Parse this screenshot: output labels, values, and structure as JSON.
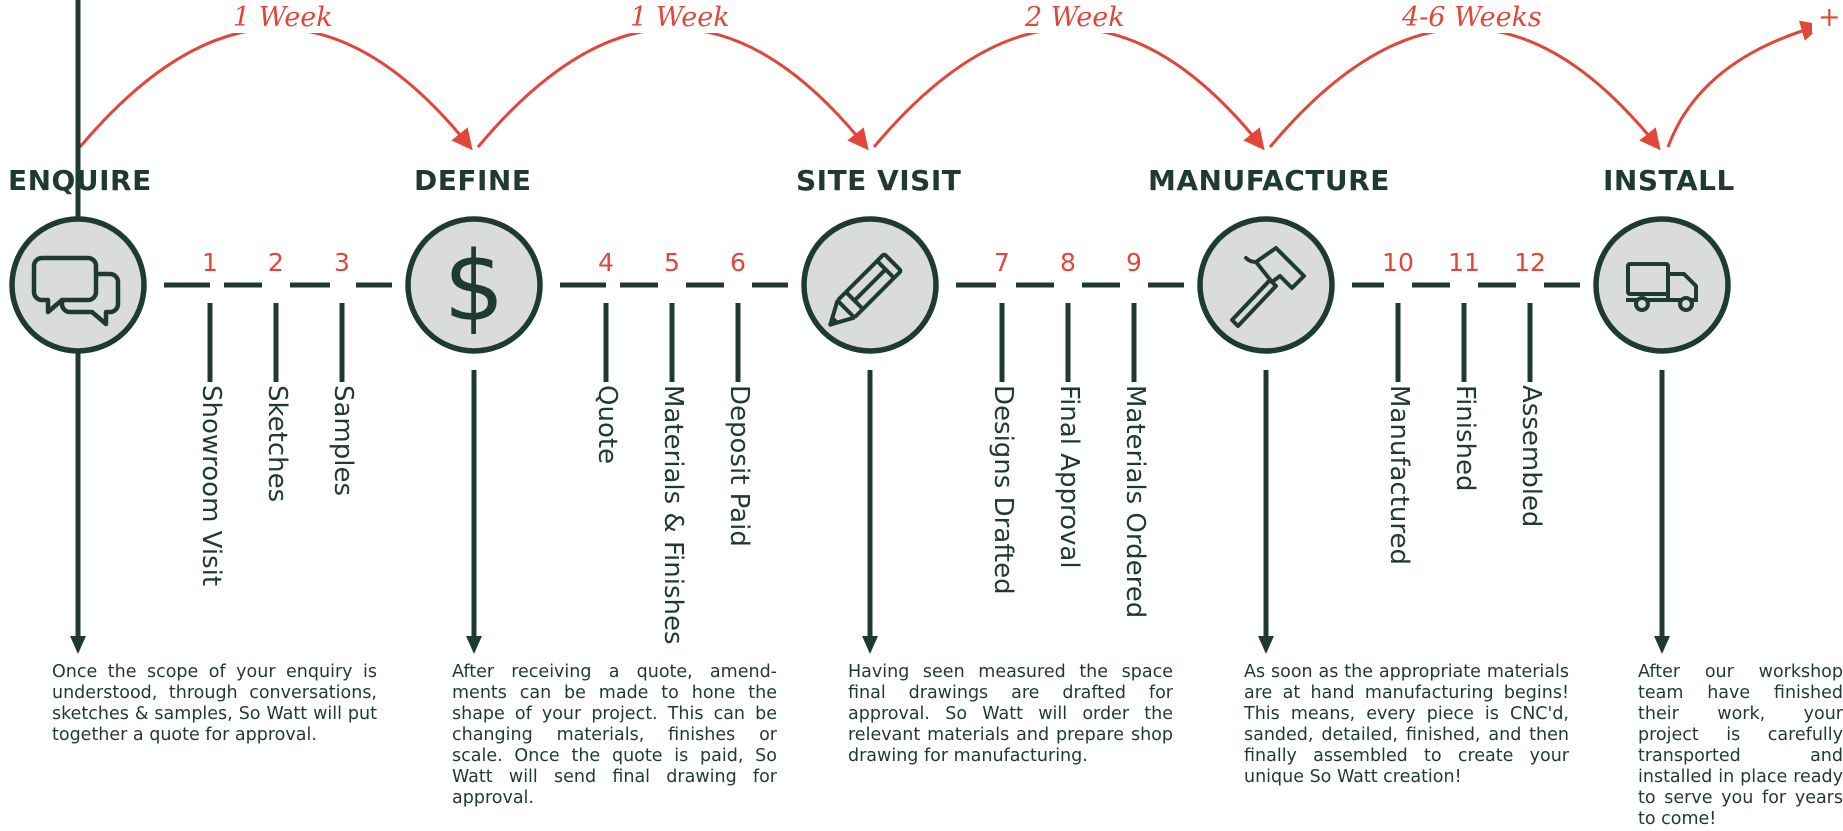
{
  "durations": [
    "1 Week",
    "1 Week",
    "2 Week",
    "4-6 Weeks",
    "+"
  ],
  "stages": [
    {
      "title": "ENQUIRE",
      "icon": "chat-bubbles-icon",
      "description": "Once the scope of your enquiry is understood, through conversations, sketches & samples, So Watt will put together a quote for approval."
    },
    {
      "title": "DEFINE",
      "icon": "dollar-icon",
      "description": "After receiving a quote, amend-ments can be made to hone the shape of your project. This can be changing materials, finishes or scale. Once the quote is paid, So Watt will send final drawing for approval."
    },
    {
      "title": "SITE VISIT",
      "icon": "pencil-icon",
      "description": "Having seen measured the space final drawings are drafted for approval. So Watt will order the relevant materials and prepare shop drawing for manufacturing."
    },
    {
      "title": "MANUFACTURE",
      "icon": "hammer-icon",
      "description": "As soon as the appropriate materials are at hand manufacturing begins! This means, every piece is CNC'd, sanded, detailed, finished, and then finally assembled to create your unique So Watt creation!"
    },
    {
      "title": "INSTALL",
      "icon": "truck-icon",
      "description": "After our workshop team have finished their work, your project is carefully transported and installed in place ready to serve you for years to come!"
    }
  ],
  "steps": [
    {
      "number": "1",
      "label": "Showroom Visit"
    },
    {
      "number": "2",
      "label": "Sketches"
    },
    {
      "number": "3",
      "label": "Samples"
    },
    {
      "number": "4",
      "label": "Quote"
    },
    {
      "number": "5",
      "label": "Materials & Finishes"
    },
    {
      "number": "6",
      "label": "Deposit Paid"
    },
    {
      "number": "7",
      "label": "Designs Drafted"
    },
    {
      "number": "8",
      "label": "Final Approval"
    },
    {
      "number": "9",
      "label": "Materials Ordered"
    },
    {
      "number": "10",
      "label": "Manufactured"
    },
    {
      "number": "11",
      "label": "Finished"
    },
    {
      "number": "12",
      "label": "Assembled"
    }
  ],
  "colors": {
    "dark_green": "#1f3a30",
    "icon_fill": "#d9dcd9",
    "accent_red": "#e0473a"
  }
}
